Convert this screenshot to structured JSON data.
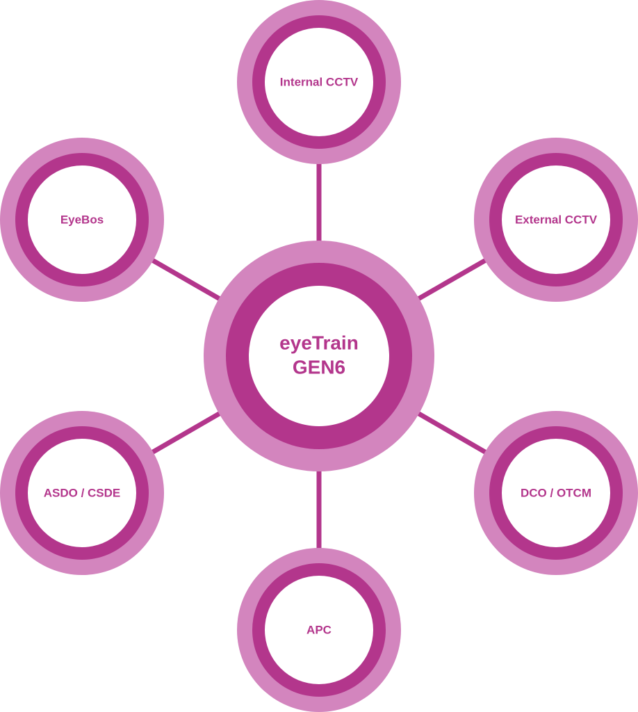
{
  "colors": {
    "outer_ring": "#d385be",
    "inner_ring": "#b3368c",
    "connector": "#b3368c",
    "fill": "#ffffff",
    "label": "#b3368c"
  },
  "center": {
    "label_line1": "eyeTrain",
    "label_line2": "GEN6"
  },
  "nodes": [
    {
      "id": "internal-cctv",
      "label": "Internal CCTV"
    },
    {
      "id": "external-cctv",
      "label": "External CCTV"
    },
    {
      "id": "dco-otcm",
      "label": "DCO / OTCM"
    },
    {
      "id": "apc",
      "label": "APC"
    },
    {
      "id": "asdo-csde",
      "label": "ASDO / CSDE"
    },
    {
      "id": "eyebos",
      "label": "EyeBos"
    }
  ]
}
